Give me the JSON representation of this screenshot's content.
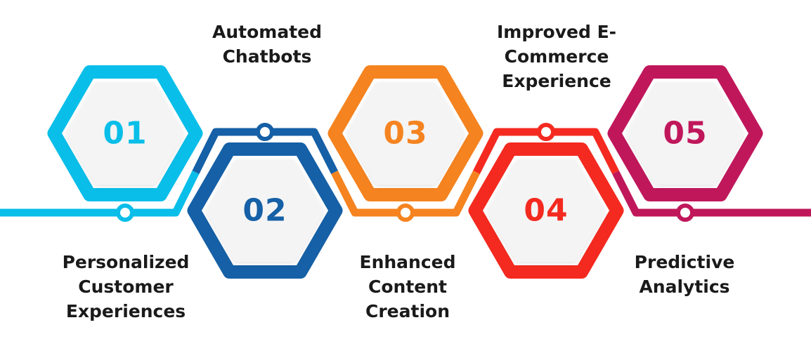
{
  "diagram": {
    "items": [
      {
        "number": "01",
        "color": "#09BEE9",
        "label_lines": [
          "Personalized",
          "Customer",
          "Experiences"
        ],
        "label_position": "below"
      },
      {
        "number": "02",
        "color": "#1560A6",
        "label_lines": [
          "Automated",
          "Chatbots"
        ],
        "label_position": "above"
      },
      {
        "number": "03",
        "color": "#F5831F",
        "label_lines": [
          "Enhanced",
          "Content",
          "Creation"
        ],
        "label_position": "below"
      },
      {
        "number": "04",
        "color": "#F42A20",
        "label_lines": [
          "Improved E-",
          "Commerce",
          "Experience"
        ],
        "label_position": "above"
      },
      {
        "number": "05",
        "color": "#C0175B",
        "label_lines": [
          "Predictive",
          "Analytics"
        ],
        "label_position": "below"
      }
    ],
    "colors": {
      "background": "#FFFFFF",
      "hex_fill": "#F4F4F4",
      "node_fill": "#FFFFFF",
      "text": "#1A1A1A"
    }
  }
}
